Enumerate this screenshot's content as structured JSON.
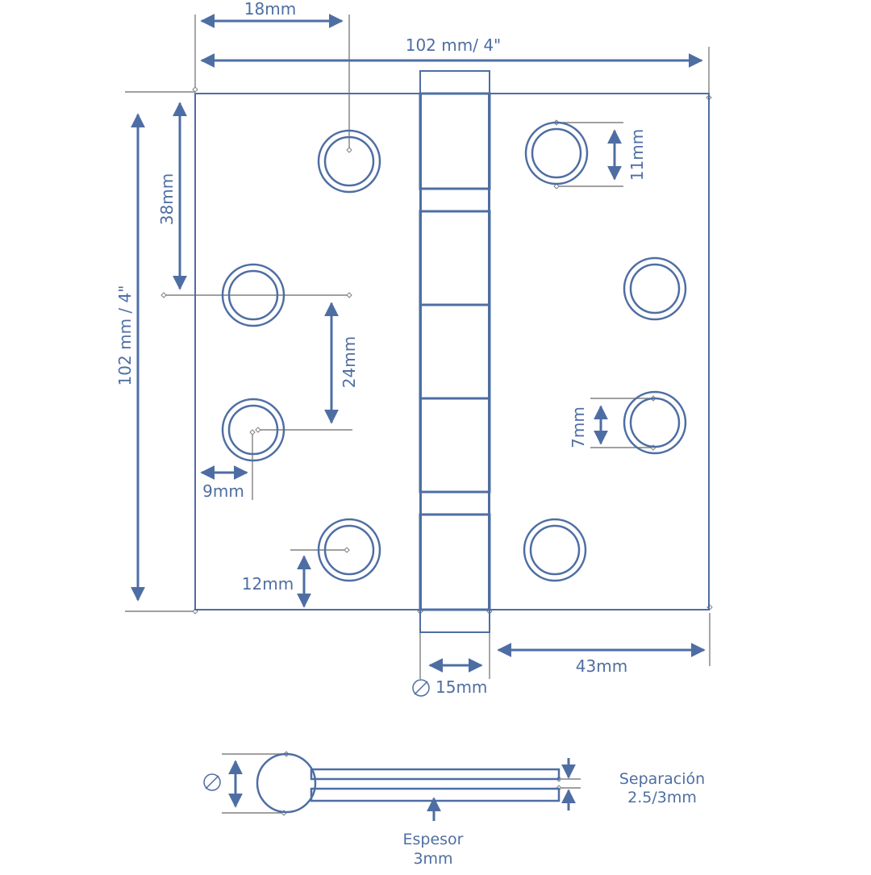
{
  "colors": {
    "main": "#4e6ea3",
    "guide": "#808080",
    "background": "#ffffff"
  },
  "diagram": {
    "dimensions": {
      "width_top": "102 mm/ 4\"",
      "hole_offset_x": "18mm",
      "height_left": "102 mm / 4\"",
      "top_to_hole": "38mm",
      "hole_spacing": "24mm",
      "hole_edge_x": "9mm",
      "bottom_to_hole": "12mm",
      "hole_outer": "11mm",
      "hole_inner": "7mm",
      "leaf_width": "43mm",
      "pin_diameter": "15mm"
    },
    "side_view": {
      "gap_line1": "Separación",
      "gap_line2": "2.5/3mm",
      "thickness_line1": "Espesor",
      "thickness_line2": "3mm"
    },
    "icons": {
      "diameter": "diameter-icon"
    }
  }
}
